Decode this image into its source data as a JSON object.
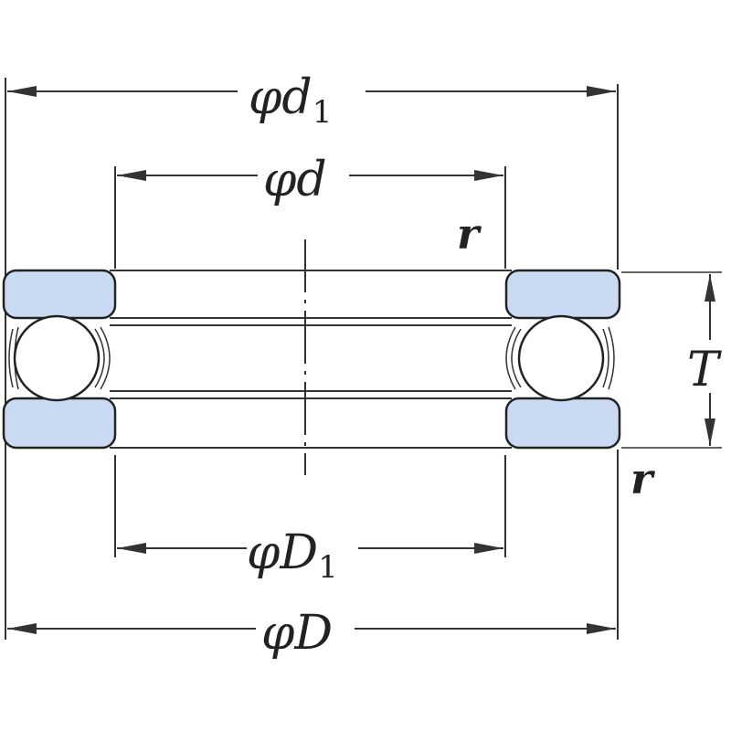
{
  "labels": {
    "d1": {
      "main": "φd",
      "sub": "1"
    },
    "d": "φd",
    "r_top": "r",
    "T": "T",
    "r_bottom": "r",
    "D1": {
      "main": "φD",
      "sub": "1"
    },
    "D": "φD"
  },
  "colors": {
    "washer_fill": "#c9daf2",
    "line": "#333333",
    "background": "#ffffff"
  }
}
